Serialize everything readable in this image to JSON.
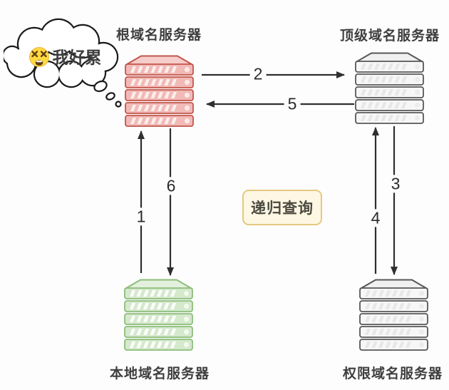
{
  "diagram": {
    "title_hint": "DNS recursive query diagram",
    "center_tag": {
      "label": "递归查询",
      "bg": "#fdf7e3",
      "border": "#e6c87e",
      "text_color": "#4a4a40"
    },
    "thought_bubble": {
      "text": "我好累",
      "emoji": "tired-face",
      "emoji_face_color": "#ffd840",
      "emoji_feature_color": "#5f3d13"
    },
    "arrow_color": "#2f2f2f",
    "servers": [
      {
        "id": "root",
        "label": "根域名服务器",
        "colors": {
          "border": "#c3554c",
          "slab": "#f1bab6",
          "lid": "#f6cdca",
          "stripe": "#fcefee",
          "dot": "#fbe9e7"
        }
      },
      {
        "id": "tld",
        "label": "顶级域名服务器",
        "colors": {
          "border": "#575757",
          "slab": "#f7f7f7",
          "lid": "#f0f0f0",
          "stripe": "#e7e7e7",
          "dot": "#ececec"
        }
      },
      {
        "id": "local",
        "label": "本地域名服务器",
        "colors": {
          "border": "#8cbd7a",
          "slab": "#d5e9cc",
          "lid": "#e3f0dc",
          "stripe": "#ffffff",
          "dot": "#f2f9ee"
        }
      },
      {
        "id": "auth",
        "label": "权限域名服务器",
        "colors": {
          "border": "#575757",
          "slab": "#f7f7f7",
          "lid": "#f0f0f0",
          "stripe": "#e7e7e7",
          "dot": "#ececec"
        }
      }
    ],
    "steps": [
      {
        "num": "1",
        "from": "local",
        "to": "root"
      },
      {
        "num": "2",
        "from": "root",
        "to": "tld"
      },
      {
        "num": "3",
        "from": "tld",
        "to": "auth"
      },
      {
        "num": "4",
        "from": "auth",
        "to": "tld"
      },
      {
        "num": "5",
        "from": "tld",
        "to": "root"
      },
      {
        "num": "6",
        "from": "root",
        "to": "local"
      }
    ]
  }
}
